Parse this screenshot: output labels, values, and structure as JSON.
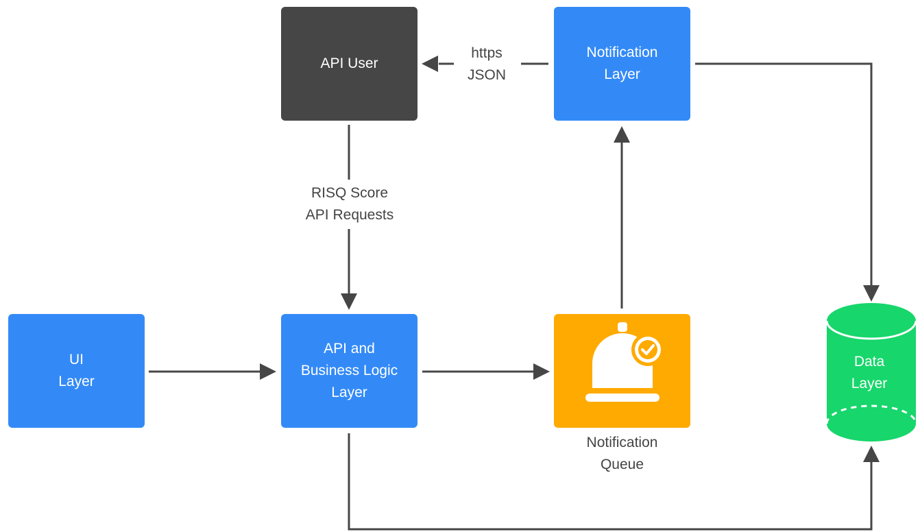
{
  "nodes": {
    "api_user": "API User",
    "notification_layer": [
      "Notification",
      "Layer"
    ],
    "ui_layer": [
      "UI",
      "Layer"
    ],
    "business_layer": [
      "API and",
      "Business Logic",
      "Layer"
    ],
    "data_layer": [
      "Data",
      "Layer"
    ]
  },
  "edge_labels": {
    "https_json": [
      "https",
      "JSON"
    ],
    "risq": [
      "RISQ Score",
      "API Requests"
    ],
    "notification_queue": [
      "Notification",
      "Queue"
    ]
  },
  "icons": {
    "queue_icon": "bell-check-icon",
    "data_icon": "database-icon"
  },
  "colors": {
    "blue": "#338af7",
    "dark": "#464646",
    "orange": "#ffaa00",
    "green": "#17d66b",
    "line": "#464646"
  }
}
